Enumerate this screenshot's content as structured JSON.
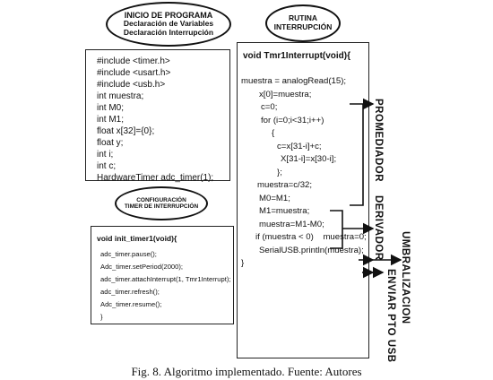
{
  "inicio": {
    "title": "INICIO DE PROGRAMA",
    "line2": "Declaración de Variables",
    "line3": "Declaración Interrupción"
  },
  "rutina": {
    "line1": "RUTINA",
    "line2": "INTERRUPCIÓN"
  },
  "config": {
    "line1": "CONFIGURACIÓN",
    "line2": "TIMER DE INTERRUPCIÓN"
  },
  "declarations": [
    "#include <timer.h>",
    "#include <usart.h>",
    "#include <usb.h>",
    "int muestra;",
    "int M0;",
    "int M1;",
    "float x[32]={0};",
    "float y;",
    "int i;",
    "int c;",
    "HardwareTimer adc_timer(1);"
  ],
  "init_code": {
    "header": "void init_timer1(void){",
    "lines": [
      "adc_timer.pause();",
      "Adc_timer.setPeriod(2000);",
      "adc_timer.attachInterrupt(1, Tmr1Interrupt);",
      "adc_timer.refresh();",
      "Adc_timer.resume();",
      "}"
    ]
  },
  "isr_code": {
    "header": "void Tmr1Interrupt(void){",
    "lines": [
      "muestra = analogRead(15);",
      "x[0]=muestra;",
      "c=0;",
      "for (i=0;i<31;i++)",
      "{",
      "c=x[31-i]+c;",
      "X[31-i]=x[30-i];",
      "};",
      "muestra=c/32;",
      "M0=M1;",
      "M1=muestra;",
      "muestra=M1-M0;",
      "if (muestra < 0)    muestra=0;",
      "SerialUSB.println(muestra);",
      "}"
    ]
  },
  "labels": {
    "promediador": "PROMEDIADOR",
    "derivador": "DERIVADOR",
    "umbralizacion": "UMBRALIZACION",
    "enviar": "ENVIAR PTO USB"
  },
  "caption": "Fig. 8. Algoritmo implementado. Fuente: Autores"
}
